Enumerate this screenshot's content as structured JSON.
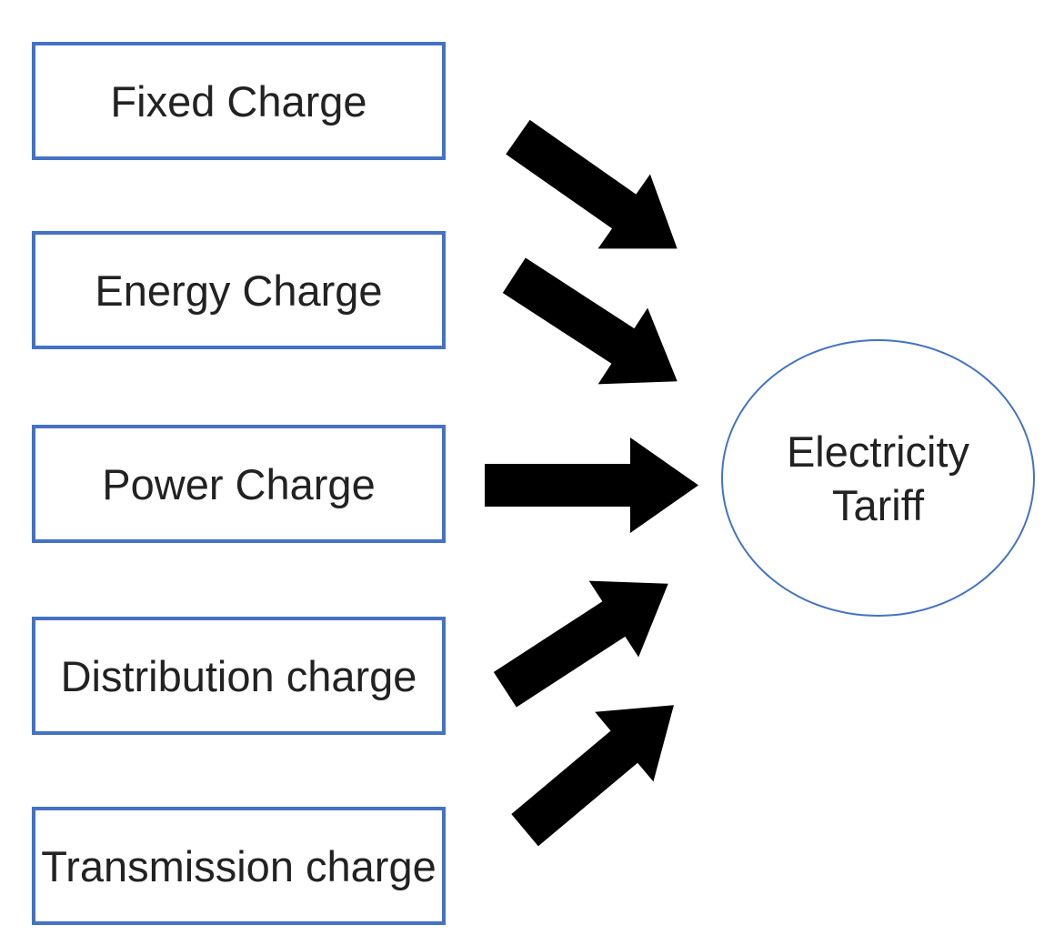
{
  "diagram": {
    "type": "flowchart",
    "description": "Five tariff components feeding into Electricity Tariff",
    "sources": [
      {
        "label": "Fixed Charge"
      },
      {
        "label": "Energy Charge"
      },
      {
        "label": "Power Charge"
      },
      {
        "label": "Distribution charge"
      },
      {
        "label": "Transmission charge"
      }
    ],
    "target": {
      "label": "Electricity Tariff"
    },
    "colors": {
      "box_border": "#4472C4",
      "circle_border": "#4472C4",
      "arrow_fill": "#000000",
      "text": "#222222",
      "background": "#ffffff"
    }
  }
}
